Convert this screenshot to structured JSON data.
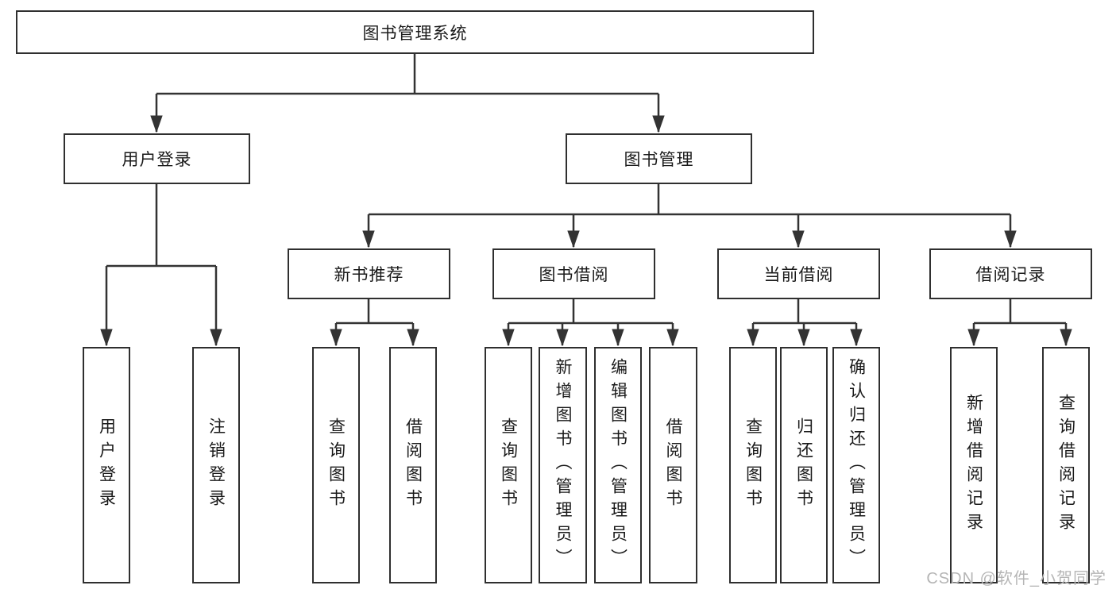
{
  "diagram": {
    "root": {
      "label": "图书管理系统"
    },
    "level2": {
      "user_login": {
        "label": "用户登录"
      },
      "book_management": {
        "label": "图书管理"
      }
    },
    "level3": {
      "new_book_recommend": {
        "label": "新书推荐"
      },
      "book_borrow": {
        "label": "图书借阅"
      },
      "current_borrow": {
        "label": "当前借阅"
      },
      "borrow_records": {
        "label": "借阅记录"
      }
    },
    "leaves": {
      "user_login": [
        "用户登录",
        "注销登录"
      ],
      "new_book_recommend": [
        "查询图书",
        "借阅图书"
      ],
      "book_borrow": [
        "查询图书",
        "新增图书（管理员）",
        "编辑图书（管理员）",
        "借阅图书"
      ],
      "current_borrow": [
        "查询图书",
        "归还图书",
        "确认归还（管理员）"
      ],
      "borrow_records": [
        "新增借阅记录",
        "查询借阅记录"
      ]
    }
  },
  "watermark": {
    "text": "CSDN @软件_小贺同学"
  },
  "colors": {
    "line": "#333333",
    "border": "#2f2f2f",
    "text": "#1a1a1a",
    "background": "#ffffff",
    "watermark": "#b5b5b5"
  }
}
